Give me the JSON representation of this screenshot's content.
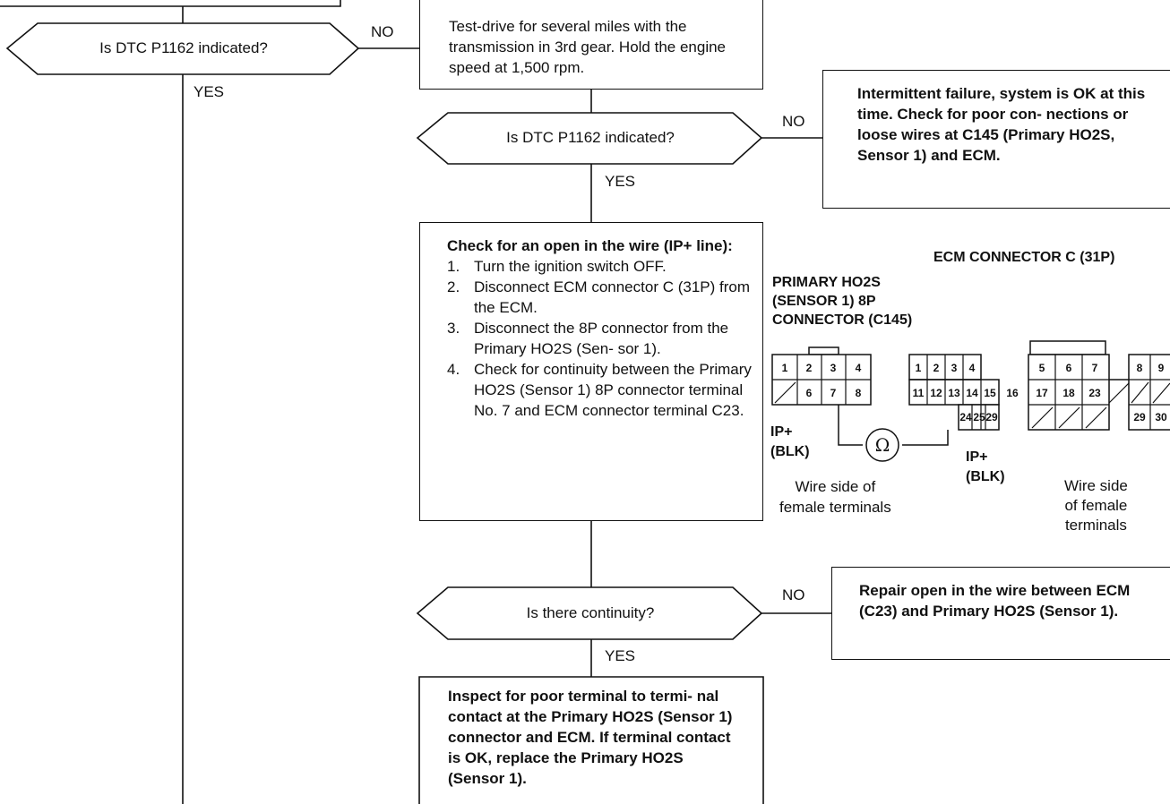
{
  "labels": {
    "no": "NO",
    "yes": "YES"
  },
  "decision1": "Is DTC P1162 indicated?",
  "decision2": "Is DTC P1162 indicated?",
  "decision3": "Is there continuity?",
  "testdrive": "Test-drive for several miles with the transmission in 3rd gear. Hold the engine speed at 1,500 rpm.",
  "intermittent": "Intermittent failure, system is OK at this time. Check for poor con- nections or loose wires at C145 (Primary HO2S, Sensor 1) and ECM.",
  "check": {
    "title": "Check for an open in the wire (IP+ line):",
    "steps": [
      {
        "num": "1.",
        "text": "Turn the ignition switch OFF."
      },
      {
        "num": "2.",
        "text": "Disconnect ECM connector C (31P) from the ECM."
      },
      {
        "num": "3.",
        "text": "Disconnect the 8P connector from the Primary HO2S (Sen- sor 1)."
      },
      {
        "num": "4.",
        "text": "Check for continuity between the Primary HO2S (Sensor 1) 8P connector terminal No. 7 and ECM connector terminal C23."
      }
    ]
  },
  "repair": "Repair open in the wire between ECM (C23) and Primary HO2S (Sensor 1).",
  "inspect": "Inspect for poor terminal to termi- nal contact at the Primary HO2S (Sensor 1) connector and ECM. If terminal contact is OK, replace the Primary HO2S (Sensor 1).",
  "connector": {
    "ho2s_title": [
      "PRIMARY HO2S",
      "(SENSOR 1) 8P",
      "CONNECTOR (C145)"
    ],
    "ecm_title": "ECM CONNECTOR C (31P)",
    "ip_left": [
      "IP+",
      "(BLK)"
    ],
    "ip_right": [
      "IP+",
      "(BLK)"
    ],
    "wire_side_left": [
      "Wire side of",
      "female terminals"
    ],
    "wire_side_right": [
      "Wire side",
      "of female",
      "terminals"
    ],
    "ohm": "Ω",
    "ho2s_pins": [
      "1",
      "2",
      "3",
      "4",
      "6",
      "7",
      "8"
    ],
    "ecm_pins": [
      "1",
      "2",
      "3",
      "4",
      "5",
      "6",
      "7",
      "8",
      "9",
      "11",
      "12",
      "13",
      "14",
      "15",
      "16",
      "17",
      "18",
      "23",
      "24",
      "25",
      "29",
      "30"
    ]
  }
}
